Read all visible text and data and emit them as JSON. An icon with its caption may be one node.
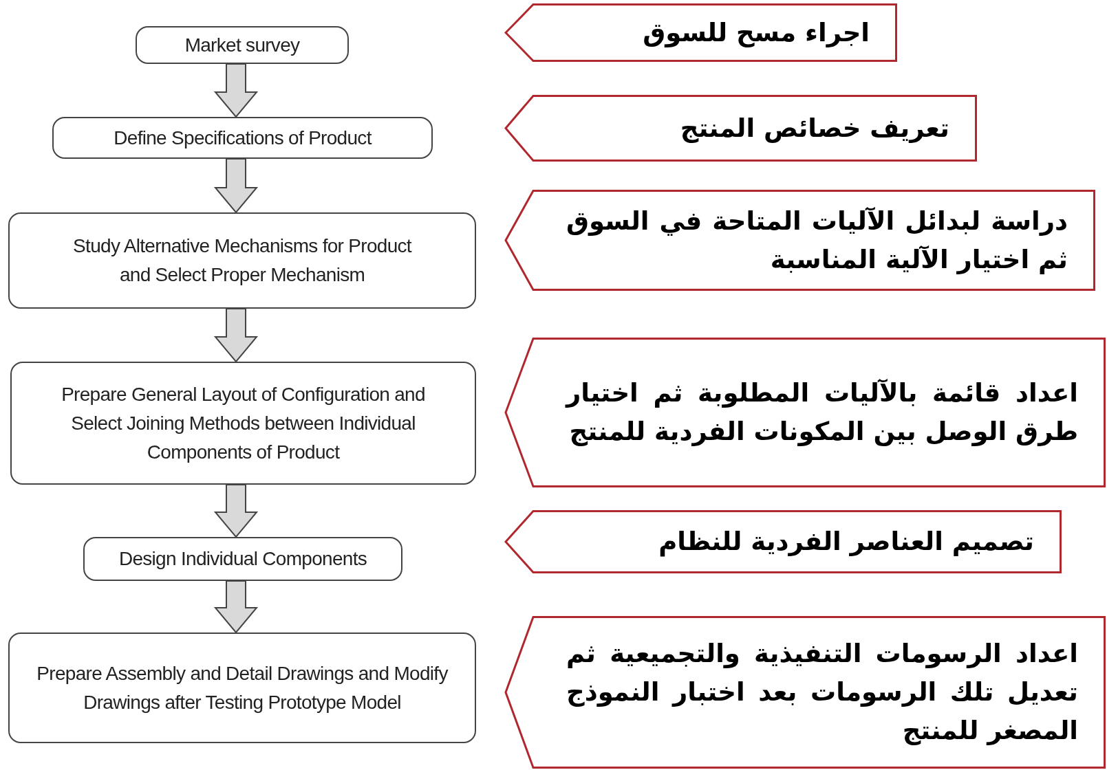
{
  "diagram": {
    "nodes": [
      {
        "text": [
          "Market survey"
        ]
      },
      {
        "text": [
          "Define Specifications of Product"
        ]
      },
      {
        "text": [
          "Study Alternative Mechanisms for Product and Select Proper Mechanism"
        ]
      },
      {
        "text": [
          "Prepare General Layout of Configuration and Select Joining Methods between Individual Components of Product"
        ]
      },
      {
        "text": [
          "Design Individual Components"
        ]
      },
      {
        "text": [
          "Prepare Assembly and Detail Drawings and Modify Drawings after Testing Prototype Model"
        ]
      },
      {
        "text": [
          "اجراء مسح للسوق"
        ]
      },
      {
        "text": [
          "تعريف خصائص المنتج"
        ]
      },
      {
        "text": [
          "دراسة لبدائل الآليات المتاحة في السوق ثم اختيار الآلية المناسبة"
        ]
      },
      {
        "text": [
          "اعداد قائمة بالآليات المطلوبة ثم اختيار طرق الوصل بين المكونات الفردية للمنتج"
        ]
      },
      {
        "text": [
          "تصميم العناصر الفردية للنظام"
        ]
      },
      {
        "text": [
          "اعداد الرسومات التنفيذية والتجميعية ثم تعديل تلك الرسومات بعد اختبار النموذج المصغر للمنتج"
        ]
      }
    ],
    "edges": [
      {
        "from": 0,
        "to": 1,
        "arrow": "to"
      },
      {
        "from": 1,
        "to": 2,
        "arrow": "to"
      },
      {
        "from": 2,
        "to": 3,
        "arrow": "to"
      },
      {
        "from": 3,
        "to": 4,
        "arrow": "to"
      },
      {
        "from": 4,
        "to": 5,
        "arrow": "to"
      }
    ]
  }
}
